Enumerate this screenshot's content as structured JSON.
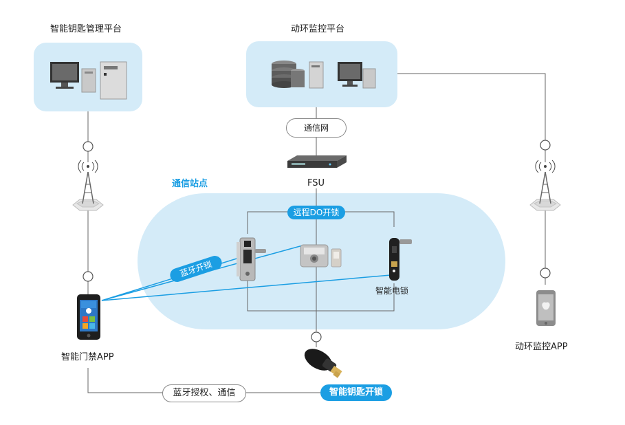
{
  "platforms": {
    "key_platform_title": "智能钥匙管理平台",
    "env_platform_title": "动环监控平台"
  },
  "network": {
    "comm_net_label": "通信网",
    "fsu_label": "FSU"
  },
  "site": {
    "title": "通信站点",
    "remote_unlock_label": "远程DO开锁",
    "bluetooth_unlock_label": "蓝牙开锁",
    "electric_lock_label": "智能电锁"
  },
  "apps": {
    "door_app_label": "智能门禁APP",
    "env_app_label": "动环监控APP"
  },
  "bottom": {
    "bt_auth_label": "蓝牙授权、通信",
    "key_unlock_label": "智能钥匙开锁"
  },
  "colors": {
    "panel_bg": "#d4ebf8",
    "accent_blue": "#1b9ee3",
    "line_gray": "#666666"
  }
}
